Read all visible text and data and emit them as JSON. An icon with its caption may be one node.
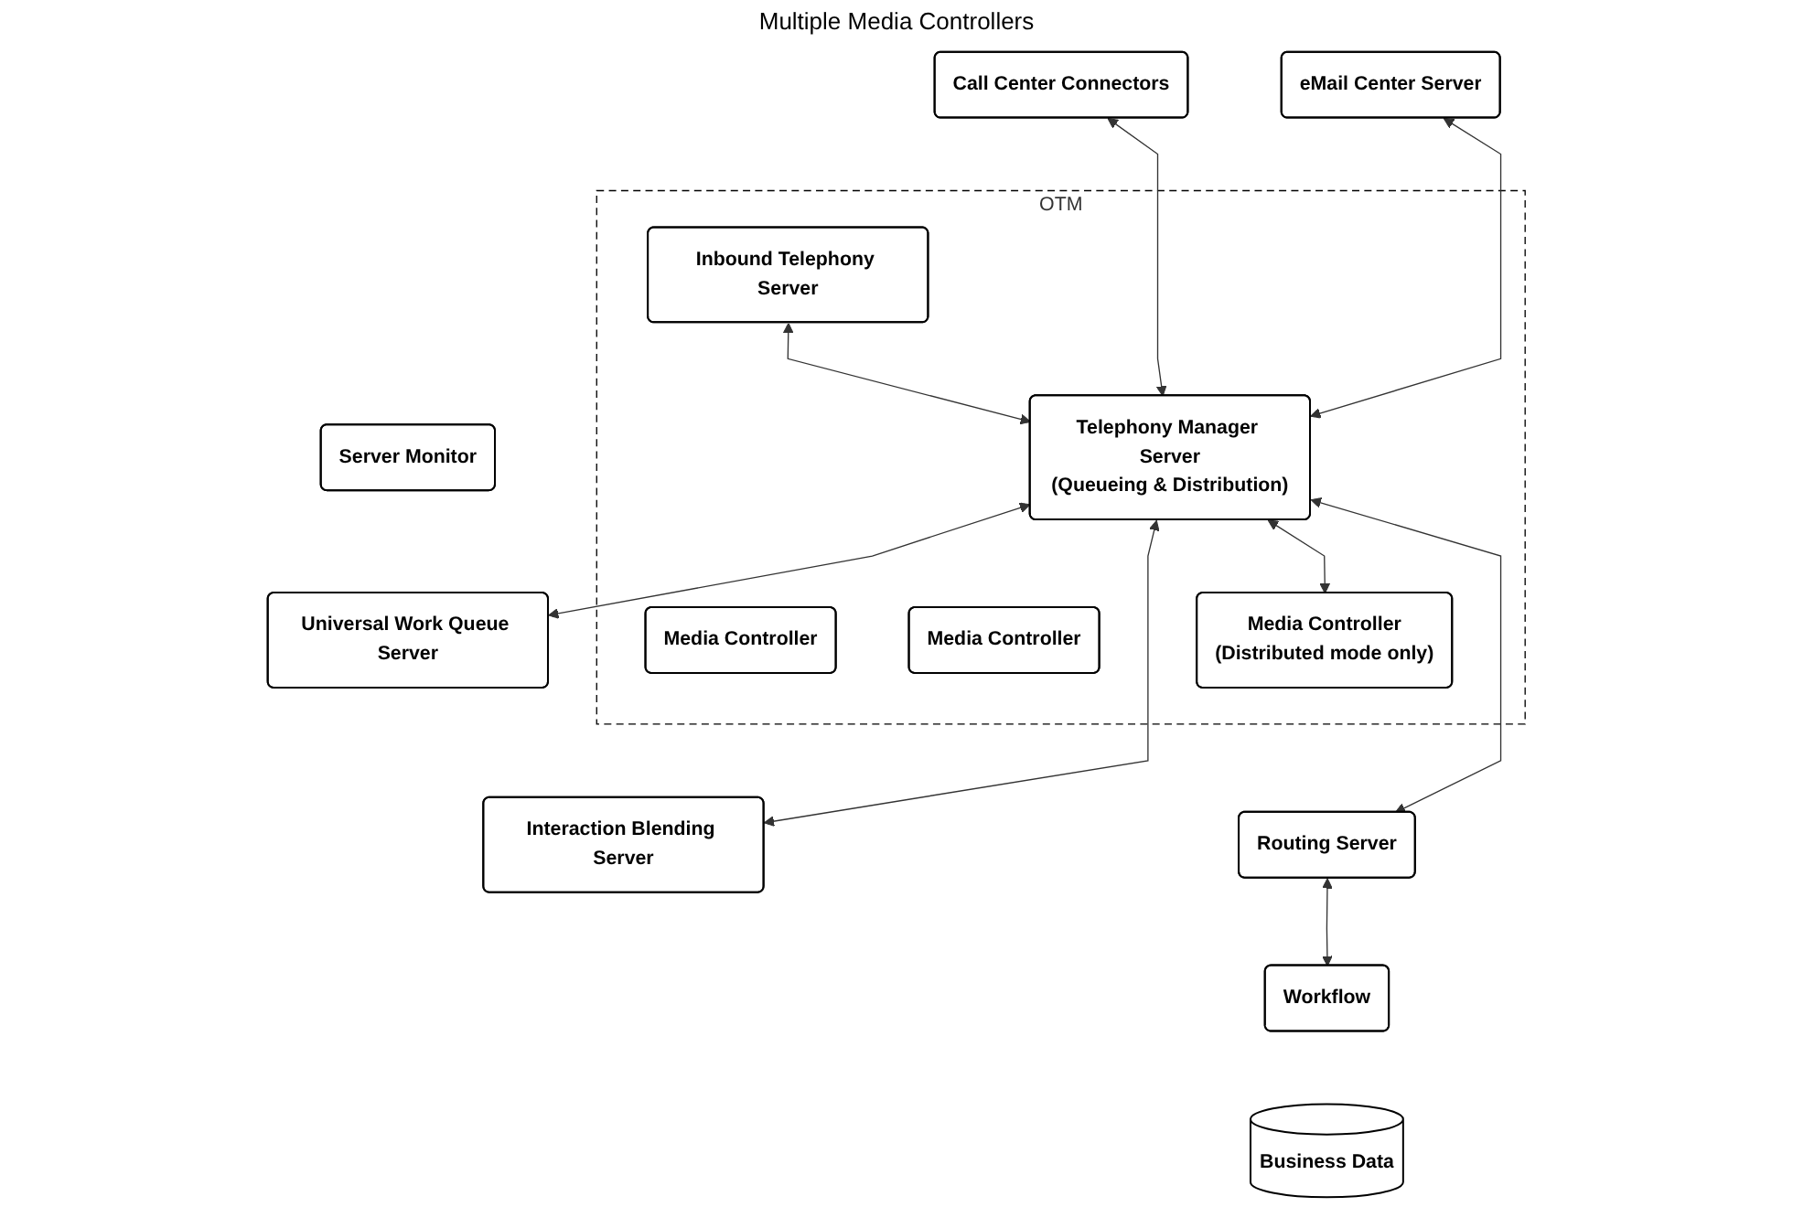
{
  "diagram": {
    "nodes": [
      {
        "text": [
          "eMail Center Server"
        ]
      },
      {
        "text": [
          "Call Center Connectors"
        ]
      },
      {
        "text": [
          "Server Monitor"
        ]
      },
      {
        "text": [
          "OTM"
        ]
      },
      {
        "text": [
          "Inbound Telephony Server"
        ],
        "in": 3
      },
      {
        "text": [
          "Telephony Manager Server",
          "(Queueing & Distribution)"
        ],
        "in": 3
      },
      {
        "text": [
          "Media Controller"
        ],
        "in": 3
      },
      {
        "text": [
          "Media Controller"
        ],
        "in": 3
      },
      {
        "text": [
          "Media Controller",
          "(Distributed mode only)"
        ],
        "in": 3
      },
      {
        "text": [
          "Universal Work Queue Server"
        ]
      },
      {
        "text": [
          "Interaction Blending Server"
        ]
      },
      {
        "text": [
          "Routing Server"
        ]
      },
      {
        "text": [
          "Workflow"
        ]
      },
      {
        "text": [
          "Business Data"
        ]
      }
    ],
    "edges": [
      {
        "from": 0,
        "to": 5,
        "arrow": "both"
      },
      {
        "from": 1,
        "to": 5,
        "arrow": "both"
      },
      {
        "from": 4,
        "to": 5,
        "arrow": "both"
      },
      {
        "from": 5,
        "to": 8,
        "arrow": "both"
      },
      {
        "from": 5,
        "to": 9,
        "arrow": "both"
      },
      {
        "from": 5,
        "to": 10,
        "arrow": "both"
      },
      {
        "from": 5,
        "to": 11,
        "arrow": "both"
      },
      {
        "from": 11,
        "to": 12,
        "arrow": "both"
      }
    ],
    "labels": [
      "Multiple Media Controllers"
    ]
  }
}
